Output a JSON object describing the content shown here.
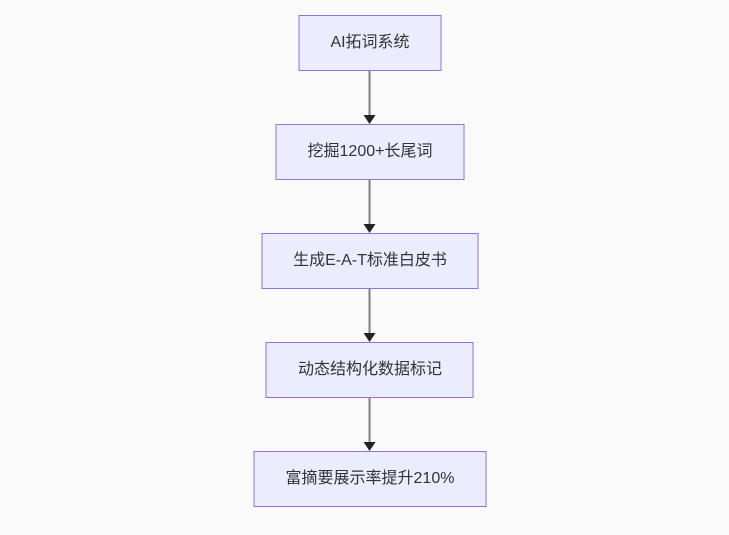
{
  "diagram": {
    "type": "flowchart",
    "direction": "top-down",
    "nodes": [
      {
        "id": "n1",
        "label": "AI拓词系统"
      },
      {
        "id": "n2",
        "label": "挖掘1200+长尾词"
      },
      {
        "id": "n3",
        "label": "生成E-A-T标准白皮书"
      },
      {
        "id": "n4",
        "label": "动态结构化数据标记"
      },
      {
        "id": "n5",
        "label": "富摘要展示率提升210%"
      }
    ],
    "edges": [
      {
        "from": "n1",
        "to": "n2",
        "arrow": "down"
      },
      {
        "from": "n2",
        "to": "n3",
        "arrow": "down"
      },
      {
        "from": "n3",
        "to": "n4",
        "arrow": "down"
      },
      {
        "from": "n4",
        "to": "n5",
        "arrow": "down"
      }
    ]
  },
  "theme": {
    "background": "#fafafa",
    "node_fill": "#ececff",
    "node_border": "#9370db",
    "node_text": "#333333",
    "edge_line": "#808080",
    "edge_arrowhead": "#222222"
  }
}
